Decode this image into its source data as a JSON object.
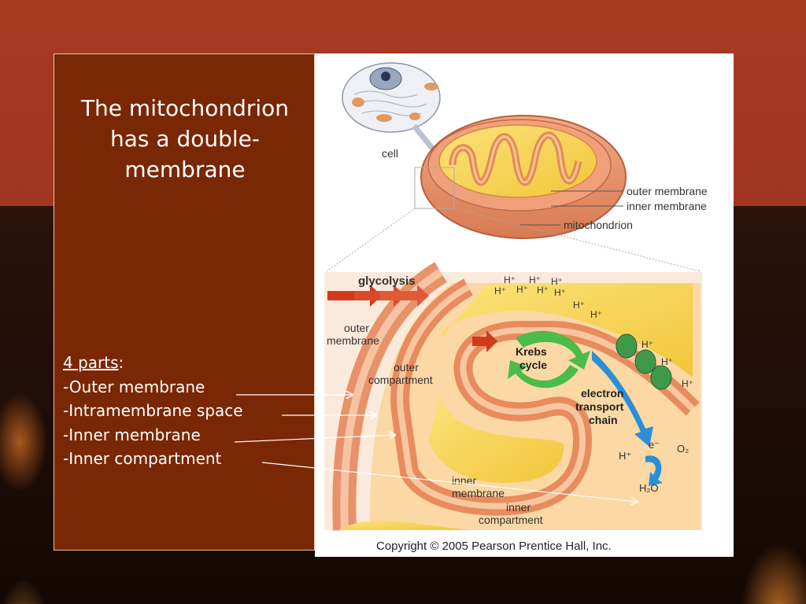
{
  "slide": {
    "title": "The mitochondrion has a double-membrane",
    "parts_heading": "4 parts",
    "parts_colon": ":",
    "parts": [
      "-Outer membrane",
      "-Intramembrane space",
      "-Inner membrane",
      "-Inner compartment"
    ]
  },
  "figure": {
    "labels": {
      "cell": "cell",
      "outer_membrane": "outer membrane",
      "inner_membrane": "inner membrane",
      "mitochondrion": "mitochondrion",
      "glycolysis": "glycolysis",
      "outer_membrane_detail_1": "outer",
      "outer_membrane_detail_2": "membrane",
      "outer_compartment_1": "outer",
      "outer_compartment_2": "compartment",
      "krebs_1": "Krebs",
      "krebs_2": "cycle",
      "etc_1": "electron",
      "etc_2": "transport",
      "etc_3": "chain",
      "inner_membrane_detail_1": "inner",
      "inner_membrane_detail_2": "membrane",
      "inner_compartment_1": "inner",
      "inner_compartment_2": "compartment",
      "h_plus": "H⁺",
      "e_minus": "e⁻",
      "o2": "O₂",
      "h2o": "H₂O"
    },
    "copyright": "Copyright © 2005 Pearson Prentice Hall, Inc.",
    "colors": {
      "membrane": "#e8926a",
      "matrix": "#f6d24a",
      "arrow_red": "#d23a1e",
      "krebs_green": "#4cbb4a",
      "etc_blue": "#2a8fd8"
    }
  }
}
